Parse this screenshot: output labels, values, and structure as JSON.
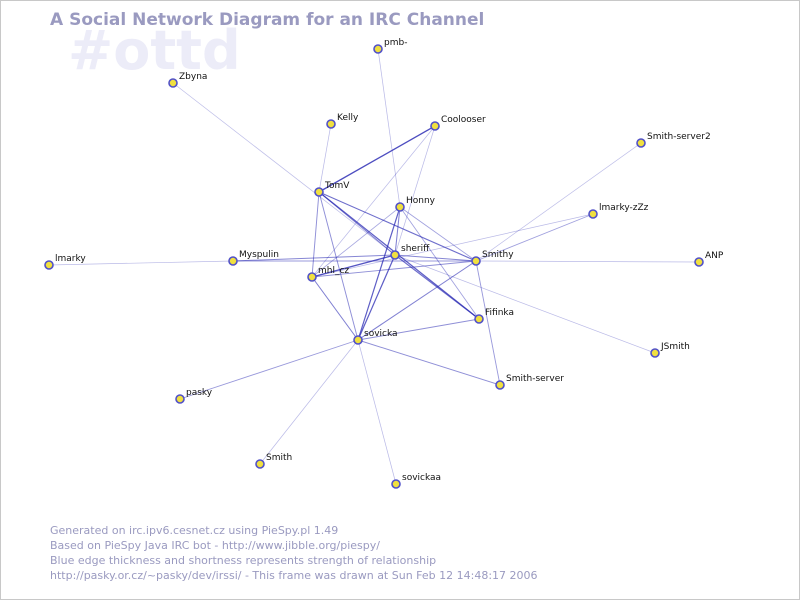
{
  "title": "A Social Network Diagram for an IRC Channel",
  "channel": "#ottd",
  "footer": [
    "Generated on irc.ipv6.cesnet.cz using PieSpy.pl 1.49",
    "Based on PieSpy Java IRC bot - http://www.jibble.org/piespy/",
    "Blue edge thickness and shortness represents strength of relationship",
    "http://pasky.or.cz/~pasky/dev/irssi/ - This frame was drawn at Sun Feb 12 14:48:17 2006"
  ],
  "colors": {
    "node_fill": "#f0e040",
    "node_stroke": "#5050c8",
    "edge": "#2020b0",
    "title": "#9a9ac0",
    "channel_watermark": "#ececf8"
  },
  "nodes": [
    {
      "id": "pmb",
      "label": "pmb-"
    },
    {
      "id": "zbyna",
      "label": "Zbyna"
    },
    {
      "id": "kelly",
      "label": "Kelly"
    },
    {
      "id": "coolooser",
      "label": "Coolooser"
    },
    {
      "id": "smith-server2",
      "label": "Smith-server2"
    },
    {
      "id": "tomv",
      "label": "TomV"
    },
    {
      "id": "honny",
      "label": "Honny"
    },
    {
      "id": "imarky-zzz",
      "label": "lmarky-zZz"
    },
    {
      "id": "imarky",
      "label": "lmarky"
    },
    {
      "id": "myspulin",
      "label": "Myspulin"
    },
    {
      "id": "sheriff",
      "label": "sheriff"
    },
    {
      "id": "smithy",
      "label": "Smithy"
    },
    {
      "id": "anp",
      "label": "ANP"
    },
    {
      "id": "mhl-cz",
      "label": "mhl_cz"
    },
    {
      "id": "fifinka",
      "label": "Fifinka"
    },
    {
      "id": "sovicka",
      "label": "sovicka"
    },
    {
      "id": "jsmith",
      "label": "JSmith"
    },
    {
      "id": "smith-server",
      "label": "Smith-server"
    },
    {
      "id": "pasky",
      "label": "pasky"
    },
    {
      "id": "smith",
      "label": "Smith"
    },
    {
      "id": "sovickaa",
      "label": "sovickaa"
    }
  ],
  "edges": [
    {
      "source": "tomv",
      "target": "coolooser",
      "strength": 0.8
    },
    {
      "source": "tomv",
      "target": "sheriff",
      "strength": 0.5
    },
    {
      "source": "tomv",
      "target": "smithy",
      "strength": 0.6
    },
    {
      "source": "tomv",
      "target": "fifinka",
      "strength": 0.7
    },
    {
      "source": "tomv",
      "target": "sovicka",
      "strength": 0.4
    },
    {
      "source": "tomv",
      "target": "mhl-cz",
      "strength": 0.4
    },
    {
      "source": "tomv",
      "target": "kelly",
      "strength": 0.15
    },
    {
      "source": "honny",
      "target": "sheriff",
      "strength": 0.5
    },
    {
      "source": "honny",
      "target": "smithy",
      "strength": 0.3
    },
    {
      "source": "honny",
      "target": "fifinka",
      "strength": 0.3
    },
    {
      "source": "honny",
      "target": "sovicka",
      "strength": 0.7
    },
    {
      "source": "honny",
      "target": "mhl-cz",
      "strength": 0.25
    },
    {
      "source": "honny",
      "target": "pmb",
      "strength": 0.15
    },
    {
      "source": "coolooser",
      "target": "sheriff",
      "strength": 0.15
    },
    {
      "source": "sheriff",
      "target": "smithy",
      "strength": 0.45
    },
    {
      "source": "sheriff",
      "target": "mhl-cz",
      "strength": 0.75
    },
    {
      "source": "sheriff",
      "target": "sovicka",
      "strength": 0.7
    },
    {
      "source": "sheriff",
      "target": "fifinka",
      "strength": 0.6
    },
    {
      "source": "sheriff",
      "target": "myspulin",
      "strength": 0.45
    },
    {
      "source": "sheriff",
      "target": "jsmith",
      "strength": 0.15
    },
    {
      "source": "sheriff",
      "target": "zbyna",
      "strength": 0.12
    },
    {
      "source": "smithy",
      "target": "mhl-cz",
      "strength": 0.4
    },
    {
      "source": "smithy",
      "target": "myspulin",
      "strength": 0.35
    },
    {
      "source": "smithy",
      "target": "sovicka",
      "strength": 0.5
    },
    {
      "source": "smithy",
      "target": "smith-server",
      "strength": 0.35
    },
    {
      "source": "smithy",
      "target": "imarky-zzz",
      "strength": 0.3
    },
    {
      "source": "smithy",
      "target": "anp",
      "strength": 0.15
    },
    {
      "source": "smithy",
      "target": "smith-server2",
      "strength": 0.12
    },
    {
      "source": "sovicka",
      "target": "fifinka",
      "strength": 0.4
    },
    {
      "source": "sovicka",
      "target": "smith-server",
      "strength": 0.4
    },
    {
      "source": "sovicka",
      "target": "pasky",
      "strength": 0.35
    },
    {
      "source": "sovicka",
      "target": "smith",
      "strength": 0.15
    },
    {
      "source": "sovicka",
      "target": "sovickaa",
      "strength": 0.15
    },
    {
      "source": "sovicka",
      "target": "mhl-cz",
      "strength": 0.5
    },
    {
      "source": "myspulin",
      "target": "imarky",
      "strength": 0.15
    },
    {
      "source": "mhl-cz",
      "target": "imarky-zzz",
      "strength": 0.15
    },
    {
      "source": "mhl-cz",
      "target": "coolooser",
      "strength": 0.15
    }
  ]
}
